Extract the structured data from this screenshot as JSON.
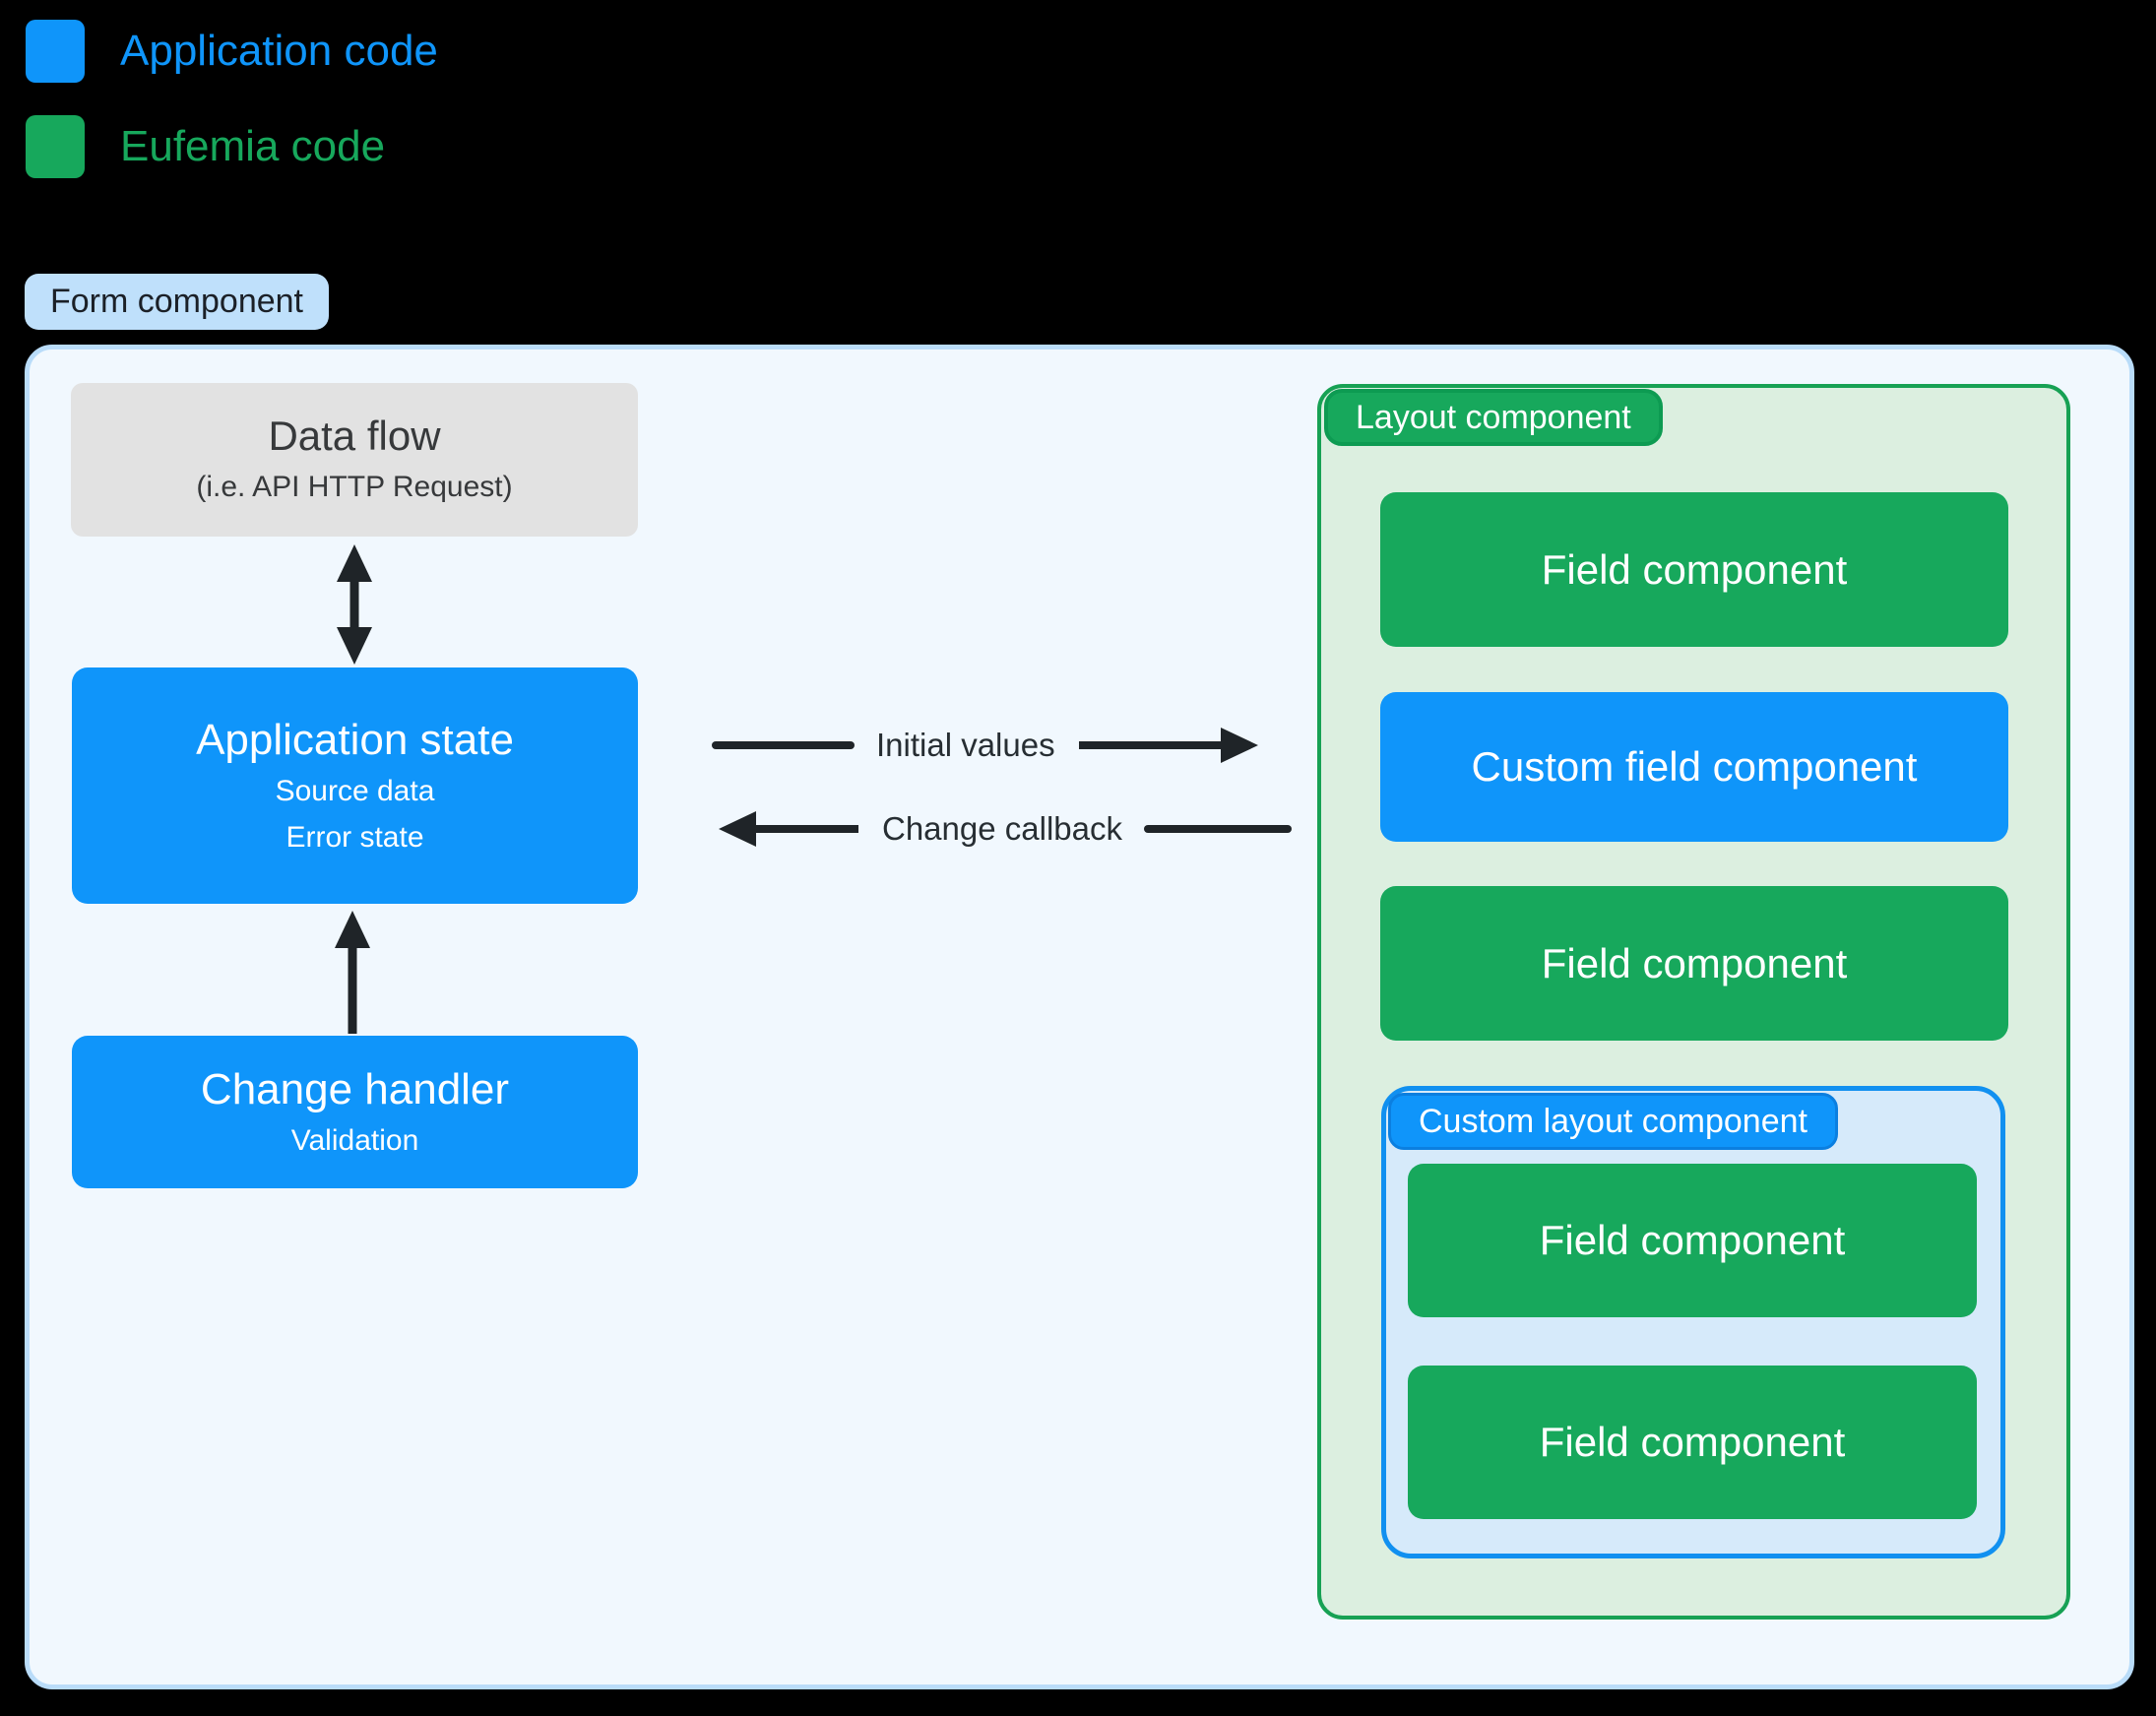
{
  "legend": {
    "items": [
      {
        "label": "Application code",
        "swatch": "blue-square-icon",
        "color": "#0f95fa"
      },
      {
        "label": "Eufemia code",
        "swatch": "green-square-icon",
        "color": "#17a85c"
      }
    ]
  },
  "form": {
    "label": "Form component",
    "data_flow": {
      "title": "Data flow",
      "subtitle": "(i.e. API HTTP Request)"
    },
    "application_state": {
      "title": "Application state",
      "lines": [
        "Source data",
        "Error state"
      ]
    },
    "change_handler": {
      "title": "Change handler",
      "lines": [
        "Validation"
      ]
    },
    "flows": [
      {
        "label": "Initial values",
        "direction": "right"
      },
      {
        "label": "Change callback",
        "direction": "left"
      }
    ],
    "layout_component": {
      "label": "Layout component",
      "children": [
        "Field component",
        "Custom field component",
        "Field component"
      ],
      "custom_layout": {
        "label": "Custom layout component",
        "children": [
          "Field component",
          "Field component"
        ]
      }
    }
  },
  "colors": {
    "application_code_blue": "#0f95fa",
    "eufemia_code_green": "#17a85c",
    "form_container_bg": "#f1f8fe",
    "form_container_border": "#b9dcf9",
    "form_pill_bg": "#bfe0fb",
    "layout_container_bg": "#dcefe0",
    "layout_container_border": "#17a154",
    "custom_layout_bg": "#d6eafa",
    "custom_layout_border": "#1190f0",
    "data_flow_bg": "#e2e2e2",
    "arrow_black": "#1f2428",
    "page_bg": "#000000"
  }
}
